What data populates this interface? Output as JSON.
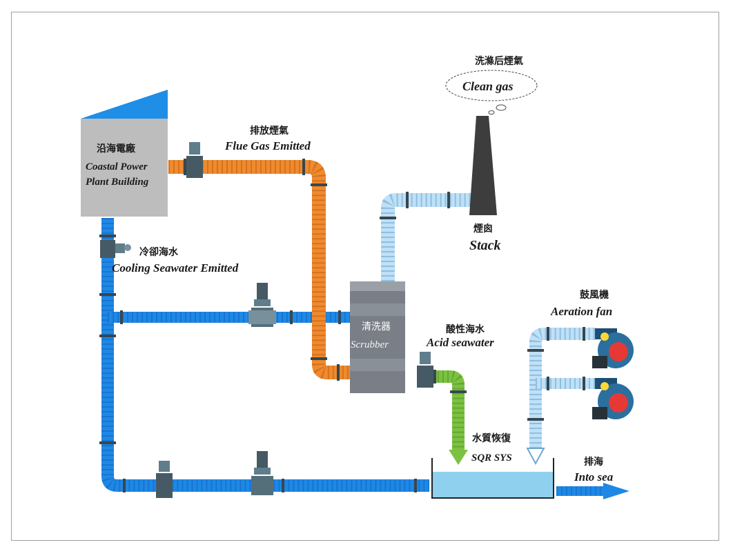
{
  "labels": {
    "plant_zh": "沿海電廠",
    "plant_en_1": "Coastal Power",
    "plant_en_2": "Plant Building",
    "flue_zh": "排放煙氣",
    "flue_en": "Flue Gas Emitted",
    "cooling_zh": "冷卻海水",
    "cooling_en": "Cooling Seawater  Emitted",
    "scrubber_zh": "清洗器",
    "scrubber_en": "Scrubber",
    "acid_zh": "酸性海水",
    "acid_en": "Acid seawater",
    "stack_zh": "煙囪",
    "stack_en": "Stack",
    "clean_zh": "洗滌后煙氣",
    "clean_en": "Clean gas",
    "fan_zh": "鼓風機",
    "fan_en": "Aeration fan",
    "sqr_zh": "水質恢復",
    "sqr_en": "SQR SYS",
    "sea_zh": "排海",
    "sea_en": "Into sea"
  },
  "colors": {
    "seawater_pipe": "#1e88e5",
    "flue_gas_pipe": "#f08a2e",
    "clean_gas_pipe": "#bfe0f7",
    "acid_pipe": "#7cc242",
    "building": "#bdbdbd",
    "roof": "#1f8ee6",
    "scrubber": "#7a7f87",
    "stack": "#3d3d3d",
    "fan": "#2b6f9e"
  }
}
